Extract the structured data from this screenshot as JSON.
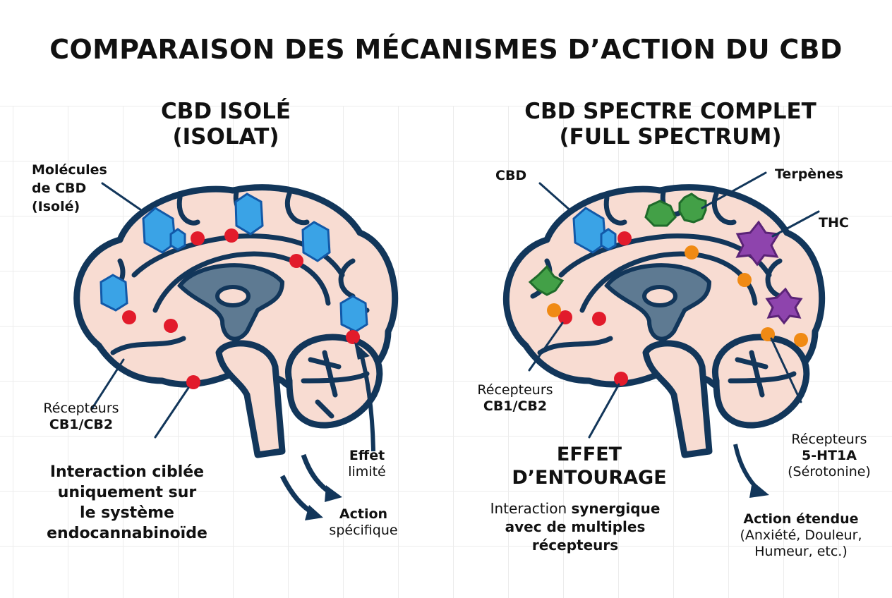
{
  "title": "COMPARAISON DES MÉCANISMES D’ACTION DU CBD",
  "colors": {
    "outline": "#12365a",
    "brain_fill": "#f8dcd2",
    "ventricle": "#5e7a92",
    "crystal": "#3aa3e6",
    "receptor_red": "#e21b2b",
    "terpene_green": "#43a047",
    "thc_purple": "#8e44ad",
    "serotonin_orange": "#f08a14"
  },
  "left": {
    "heading_line1": "CBD ISOLÉ",
    "heading_line2": "(ISOLAT)",
    "molecules_label": [
      "Molécules",
      "de CBD",
      "(Isolé)"
    ],
    "receptors_label": {
      "line1": "Récepteurs",
      "line2": "CB1/CB2"
    },
    "effect_label": {
      "line1": "Effet",
      "line2": "limité"
    },
    "action_label": {
      "line1": "Action",
      "line2": "spécifique"
    },
    "caption": [
      "Interaction ciblée",
      "uniquement sur",
      "le système",
      "endocannabinoïde"
    ]
  },
  "right": {
    "heading_line1": "CBD SPECTRE COMPLET",
    "heading_line2": "(FULL SPECTRUM)",
    "cbd_label": "CBD",
    "terpenes_label": "Terpènes",
    "thc_label": "THC",
    "receptors_label": {
      "line1": "Récepteurs",
      "line2": "CB1/CB2"
    },
    "entourage_title": [
      "EFFET",
      "D’ENTOURAGE"
    ],
    "entourage_desc": {
      "normal": "Interaction ",
      "bold1": "synergique",
      "line2": "avec de multiples",
      "line3": "récepteurs"
    },
    "serotonin_label": {
      "line1": "Récepteurs",
      "line2": "5-HT1A",
      "line3": "(Sérotonine)"
    },
    "action_label": {
      "line1": "Action étendue",
      "line2": "(Anxiété, Douleur,",
      "line3": "Humeur, etc.)"
    }
  }
}
